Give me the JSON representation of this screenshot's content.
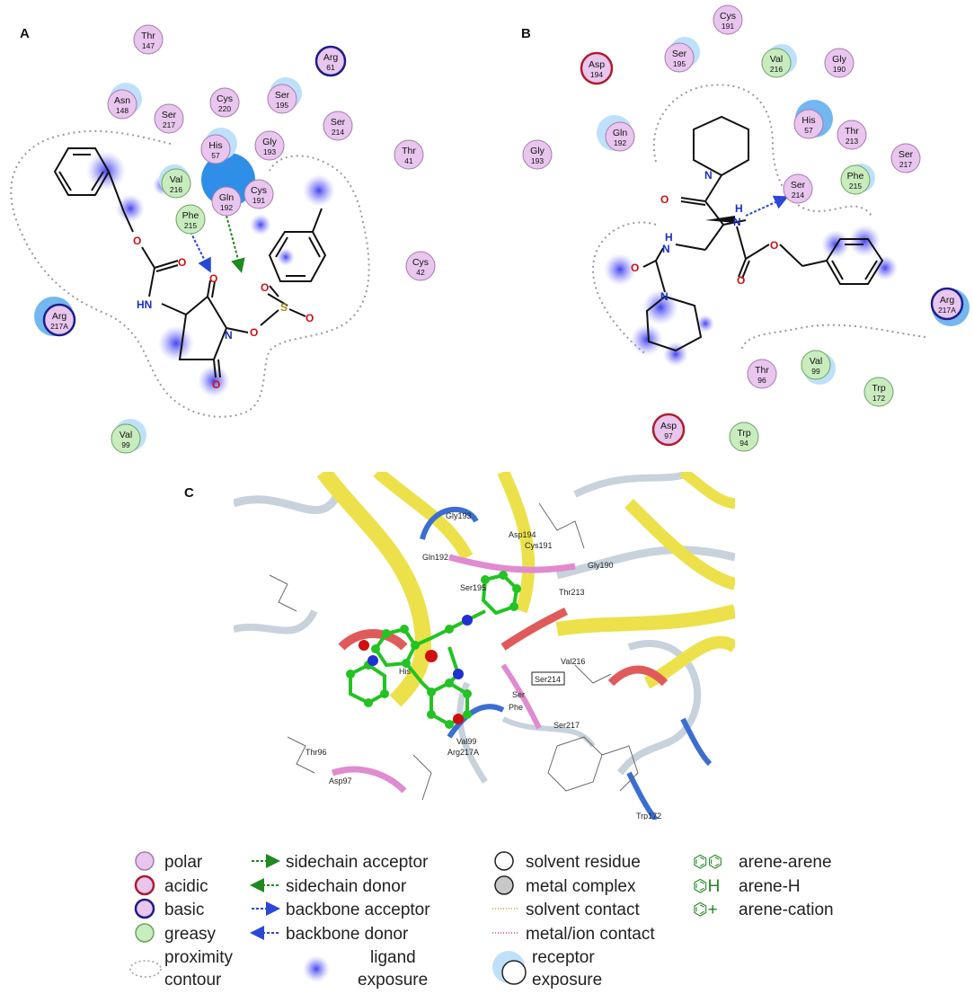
{
  "panels": {
    "A": {
      "label": "A",
      "residues": [
        {
          "name": "Thr",
          "num": "147",
          "type": "polar"
        },
        {
          "name": "Arg",
          "num": "61",
          "type": "basic"
        },
        {
          "name": "Asn",
          "num": "148",
          "type": "polar"
        },
        {
          "name": "Ser",
          "num": "217",
          "type": "polar"
        },
        {
          "name": "Cys",
          "num": "220",
          "type": "polar"
        },
        {
          "name": "Ser",
          "num": "195",
          "type": "polar"
        },
        {
          "name": "Ser",
          "num": "214",
          "type": "polar"
        },
        {
          "name": "His",
          "num": "57",
          "type": "polar"
        },
        {
          "name": "Gly",
          "num": "193",
          "type": "polar"
        },
        {
          "name": "Thr",
          "num": "41",
          "type": "polar"
        },
        {
          "name": "Val",
          "num": "216",
          "type": "greasy"
        },
        {
          "name": "Gln",
          "num": "192",
          "type": "polar"
        },
        {
          "name": "Cys",
          "num": "191",
          "type": "polar"
        },
        {
          "name": "Phe",
          "num": "215",
          "type": "greasy"
        },
        {
          "name": "Cys",
          "num": "42",
          "type": "polar"
        },
        {
          "name": "Arg",
          "num": "217A",
          "type": "basic"
        },
        {
          "name": "Val",
          "num": "99",
          "type": "greasy"
        }
      ],
      "atoms": [
        "O",
        "O",
        "HN",
        "O",
        "S",
        "O",
        "O",
        "N",
        "O",
        "O"
      ]
    },
    "B": {
      "label": "B",
      "residues": [
        {
          "name": "Cys",
          "num": "191",
          "type": "polar"
        },
        {
          "name": "Asp",
          "num": "194",
          "type": "acidic"
        },
        {
          "name": "Ser",
          "num": "195",
          "type": "polar"
        },
        {
          "name": "Val",
          "num": "216",
          "type": "greasy"
        },
        {
          "name": "Gly",
          "num": "190",
          "type": "polar"
        },
        {
          "name": "Gln",
          "num": "192",
          "type": "polar"
        },
        {
          "name": "His",
          "num": "57",
          "type": "polar"
        },
        {
          "name": "Thr",
          "num": "213",
          "type": "polar"
        },
        {
          "name": "Ser",
          "num": "217",
          "type": "polar"
        },
        {
          "name": "Gly",
          "num": "193",
          "type": "polar"
        },
        {
          "name": "Phe",
          "num": "215",
          "type": "greasy"
        },
        {
          "name": "Ser",
          "num": "214",
          "type": "polar"
        },
        {
          "name": "Arg",
          "num": "217A",
          "type": "basic"
        },
        {
          "name": "Val",
          "num": "99",
          "type": "greasy"
        },
        {
          "name": "Thr",
          "num": "96",
          "type": "polar"
        },
        {
          "name": "Trp",
          "num": "172",
          "type": "greasy"
        },
        {
          "name": "Asp",
          "num": "97",
          "type": "acidic"
        },
        {
          "name": "Trp",
          "num": "94",
          "type": "greasy"
        }
      ],
      "atoms": [
        "N",
        "O",
        "H",
        "N",
        "H",
        "N",
        "O",
        "O",
        "N",
        "O"
      ]
    },
    "C": {
      "label": "C",
      "labels": [
        "Gly193",
        "Asp194",
        "Cys191",
        "Gln192",
        "Gly190",
        "Ser195",
        "Thr213",
        "His",
        "Val216",
        "Ser214",
        "Ser",
        "Phe",
        "Ser217",
        "Thr96",
        "Val99",
        "Arg217A",
        "Asp97",
        "Trp172"
      ]
    }
  },
  "legend": {
    "col1": [
      "polar",
      "acidic",
      "basic",
      "greasy",
      "proximity",
      "contour"
    ],
    "col2": [
      "sidechain acceptor",
      "sidechain donor",
      "backbone acceptor",
      "backbone donor",
      "ligand",
      "exposure"
    ],
    "col3": [
      "solvent residue",
      "metal complex",
      "solvent contact",
      "metal/ion contact",
      "receptor",
      "exposure"
    ],
    "col4": [
      "arene-arene",
      "arene-H",
      "arene-cation"
    ],
    "col4_glyphs": [
      "⌬⌬",
      "⌬H",
      "⌬+"
    ]
  },
  "colors": {
    "polar_fill": "#e8c6ee",
    "polar_stroke": "#b07ab8",
    "acidic_stroke": "#b01c2e",
    "basic_stroke": "#1d1d8a",
    "greasy_fill": "#c9ecbf",
    "greasy_stroke": "#6aa35f",
    "sidechain": "#1f8a1f",
    "backbone": "#2b47d8",
    "ligand_exposure": "#3a3aef",
    "receptor_exposure": "#2f8fe8",
    "ribbon_yellow": "#ece14a",
    "ribbon_grey": "#c7d2dc",
    "ligand_green": "#22c322"
  }
}
